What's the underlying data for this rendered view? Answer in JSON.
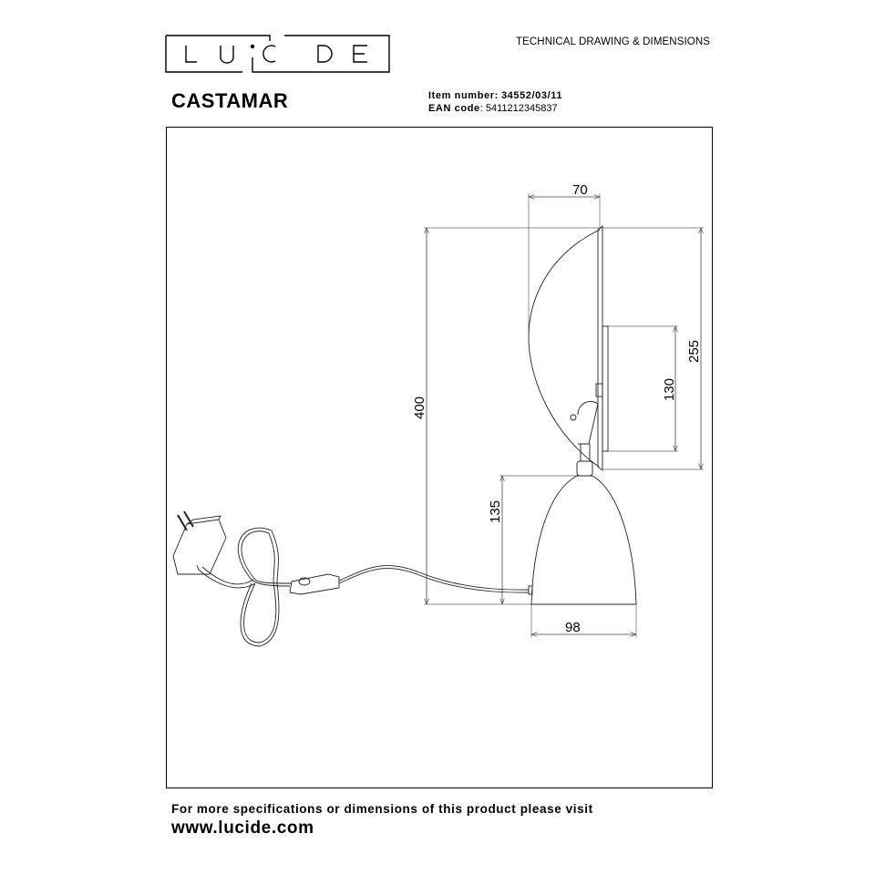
{
  "header": {
    "logo_text": "LUCIDE",
    "doc_type": "TECHNICAL DRAWING & DIMENSIONS"
  },
  "product": {
    "name": "CASTAMAR",
    "item_number_label": "Item number:",
    "item_number": "34552/03/11",
    "ean_label": "EAN code",
    "ean": ": 5411212345837"
  },
  "dimensions": {
    "shade_depth": "70",
    "total_height": "400",
    "shade_height": "255",
    "backplate_height": "130",
    "base_height": "135",
    "base_width": "98"
  },
  "footer": {
    "text": "For more specifications or dimensions of this product please visit",
    "url": "www.lucide.com"
  }
}
